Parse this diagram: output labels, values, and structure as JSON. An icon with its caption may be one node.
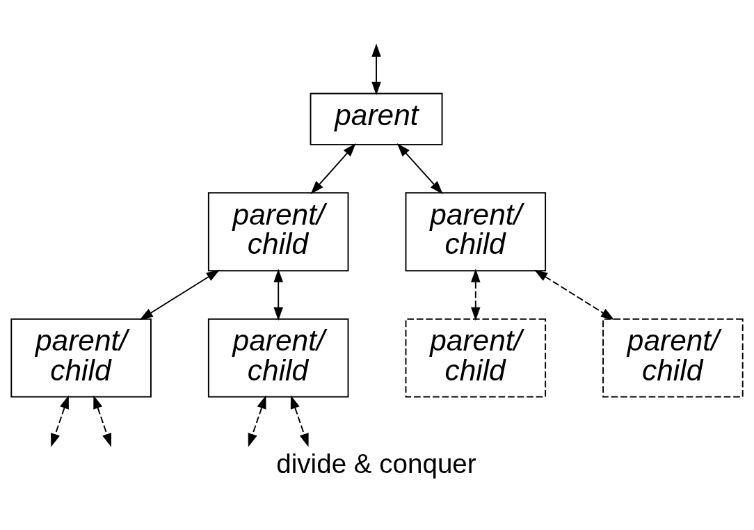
{
  "diagram": {
    "caption": "divide & conquer",
    "nodes": [
      {
        "text": [
          "parent"
        ]
      },
      {
        "text": [
          "parent/ child"
        ]
      },
      {
        "text": [
          "parent/ child"
        ]
      },
      {
        "text": [
          "parent/ child"
        ]
      },
      {
        "text": [
          "parent/ child"
        ]
      },
      {
        "text": [
          "parent/ child"
        ]
      },
      {
        "text": [
          "parent/ child"
        ]
      }
    ],
    "edges": [
      {
        "from": null,
        "to": 0,
        "arrow": "both"
      },
      {
        "from": 0,
        "to": 1,
        "arrow": "both"
      },
      {
        "from": 0,
        "to": 2,
        "arrow": "both"
      },
      {
        "from": 1,
        "to": 3,
        "arrow": "both"
      },
      {
        "from": 1,
        "to": 4,
        "arrow": "both"
      },
      {
        "from": 2,
        "to": 5,
        "arrow": "both",
        "style": "dashed"
      },
      {
        "from": 2,
        "to": 6,
        "arrow": "both",
        "style": "dashed"
      },
      {
        "from": 3,
        "to": null,
        "arrow": "both",
        "style": "dashed"
      },
      {
        "from": 3,
        "to": null,
        "arrow": "both",
        "style": "dashed"
      },
      {
        "from": 4,
        "to": null,
        "arrow": "both",
        "style": "dashed"
      },
      {
        "from": 4,
        "to": null,
        "arrow": "both",
        "style": "dashed"
      }
    ]
  }
}
